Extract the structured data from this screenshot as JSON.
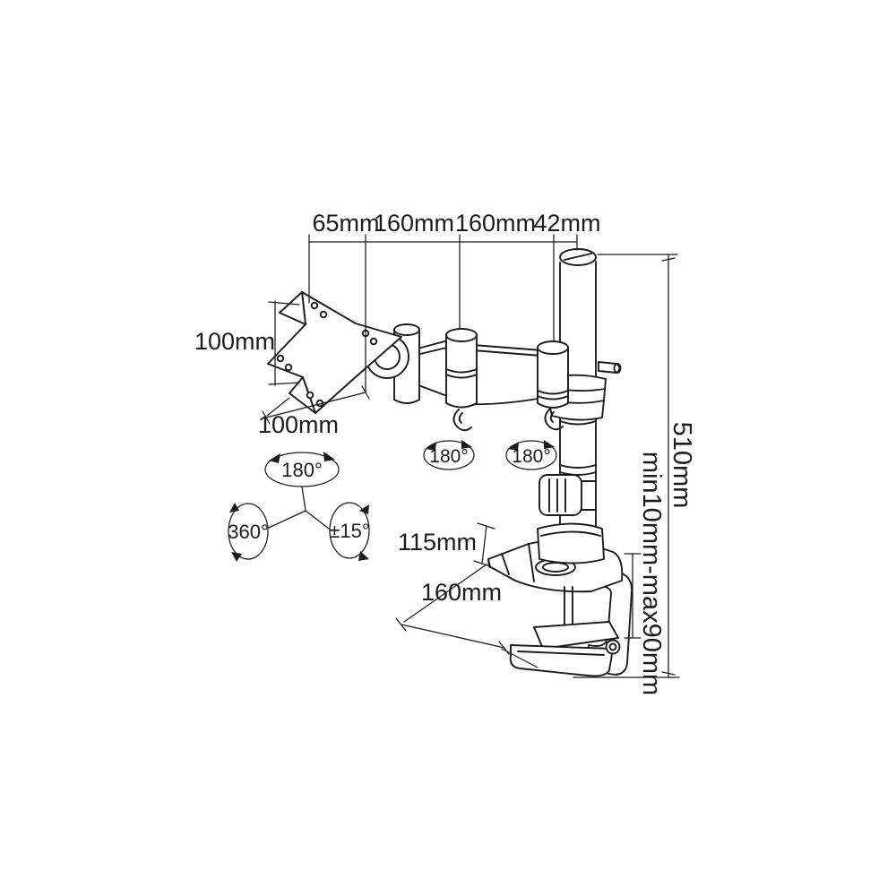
{
  "colors": {
    "line": "#1c1c1c",
    "background": "#ffffff"
  },
  "top_dimensions": {
    "labels": [
      "65mm",
      "160mm",
      "160mm",
      "42mm"
    ]
  },
  "vesa_dimensions": {
    "vertical": "100mm",
    "horizontal": "100mm"
  },
  "rotation_indicators": {
    "swivel_top": "180°",
    "rotate_full": "360°",
    "tilt_range": "±15°",
    "joint_mid": "180°",
    "joint_pole": "180°"
  },
  "base_dimensions": {
    "depth": "115mm",
    "length": "160mm"
  },
  "height_dimensions": {
    "pole_height": "510mm",
    "clamp_range": "min10mm-max90mm"
  }
}
